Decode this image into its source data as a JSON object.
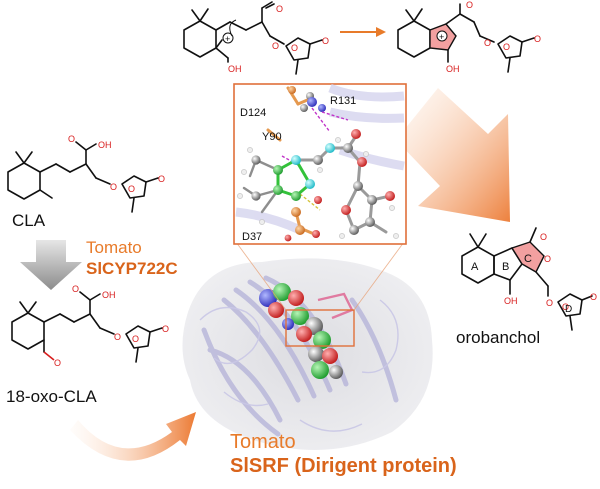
{
  "colors": {
    "accent_orange": "#e87b2a",
    "frame_orange": "#e0703a",
    "oxygen_red": "#d81e1e",
    "ring_c_fill": "#f2a0a0",
    "protein_lavender": "#c9c7e6",
    "arrow_gray": "#9a9a9a"
  },
  "labels": {
    "cla": "CLA",
    "tomato_1": "Tomato",
    "enzyme_1": "SlCYP722C",
    "oxo_cla": "18-oxo-CLA",
    "orobanchol": "orobanchol",
    "tomato_2": "Tomato",
    "enzyme_2": "SlSRF (Dirigent protein)"
  },
  "residues": {
    "d124": "D124",
    "r131": "R131",
    "y90": "Y90",
    "d37": "D37"
  },
  "ring_labels": {
    "a": "A",
    "b": "B",
    "c": "C",
    "d": "D"
  },
  "atoms": {
    "o": "O",
    "oh": "OH",
    "plus": "+"
  },
  "icons": {
    "arrow_top": "orange-arrow-right-icon",
    "arrow_down": "gray-arrow-down-icon",
    "arrow_curve": "orange-curved-arrow-icon",
    "arrow_big": "orange-big-arrow-icon"
  }
}
